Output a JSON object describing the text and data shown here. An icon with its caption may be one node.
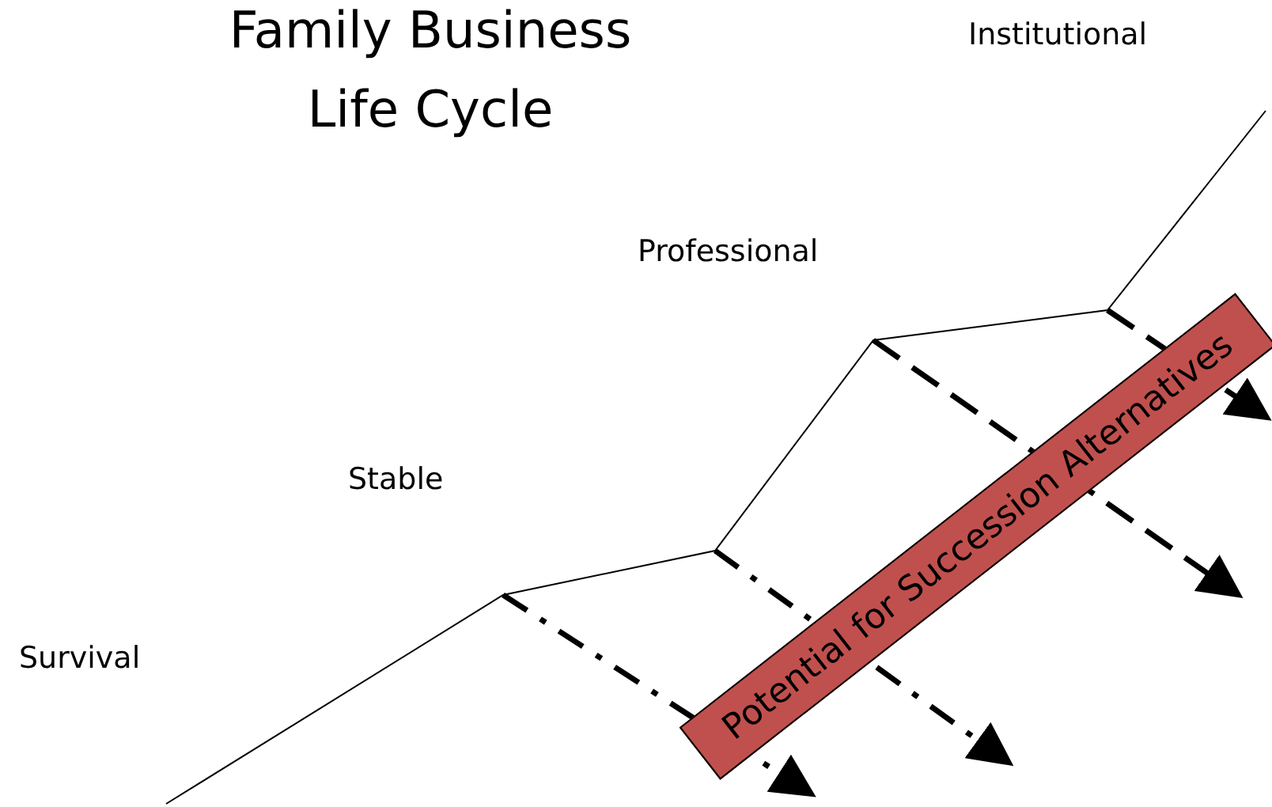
{
  "diagram": {
    "title": "Family Business Life Cycle",
    "nodes": [
      {
        "text": [
          "Potential for Succession Alternatives"
        ]
      }
    ],
    "labels": [
      "Institutional",
      "Professional",
      "Stable",
      "Survival"
    ]
  }
}
